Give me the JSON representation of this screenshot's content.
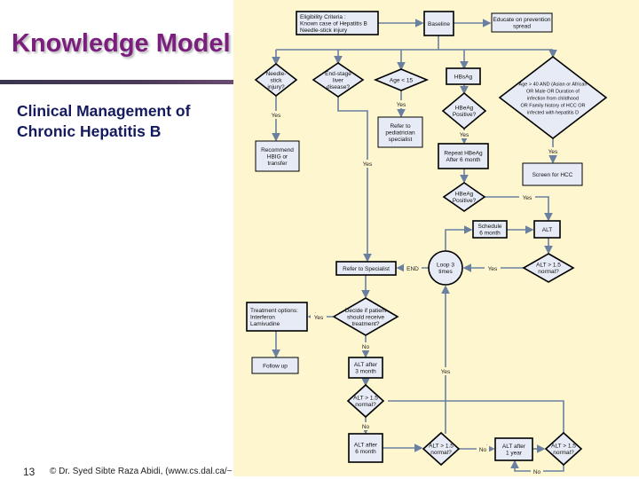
{
  "slide": {
    "title": "Knowledge Model",
    "subtitle_line1": "Clinical Management of",
    "subtitle_line2": "Chronic Hepatitis B",
    "page_number": "13",
    "footer": "© Dr. Syed Sibte Raza Abidi, (www.cs.dal.ca/~"
  },
  "flowchart": {
    "eligibility": [
      "Eligibility Criteria :",
      "Known case of Hepatitis B",
      "Needle-stick injury"
    ],
    "baseline": [
      "Baseline"
    ],
    "educate": [
      "Educate on prevention",
      "spread"
    ],
    "needle": [
      "Needle-",
      "stick",
      "injury?"
    ],
    "endstage": [
      "End-stage",
      "liver",
      "disease?"
    ],
    "age": [
      "Age < 15"
    ],
    "hbsag": [
      "HBsAg"
    ],
    "hbeag1": [
      "HBeAg",
      "Positive?"
    ],
    "risk": [
      "Age > 40 AND (Asian or African",
      "OR Male OR Duration of",
      "infection from childhood",
      "OR Family history of HCC OR",
      "infected with hepatitis D"
    ],
    "hbig": [
      "Recommend",
      "HBIG or",
      "transfer"
    ],
    "pediatric": [
      "Refer to",
      "pediatrician",
      "specialist"
    ],
    "repeat": [
      "Repeat HBeAg",
      "After 6 month"
    ],
    "hcc": [
      "Screen for HCC"
    ],
    "hbeag2": [
      "HBeAg",
      "Positive?"
    ],
    "schedule": [
      "Schedule",
      "6 month"
    ],
    "alt": [
      "ALT"
    ],
    "alt_normal1": [
      "ALT > 1.5",
      "normal?"
    ],
    "loop": [
      "Loop 3",
      "times"
    ],
    "refer": [
      "Refer to Specialist"
    ],
    "decide": [
      "Decide if patient",
      "should receive",
      "treatment?"
    ],
    "treatment": [
      "Treatment options:",
      "Interferon",
      "Lamivudine"
    ],
    "followup": [
      "Follow up"
    ],
    "alt3": [
      "ALT after",
      "3 month"
    ],
    "alt_normal2": [
      "ALT > 1.5",
      "normal?"
    ],
    "alt6": [
      "ALT after",
      "6 month"
    ],
    "alt_normal3": [
      "ALT > 1.5",
      "normal?"
    ],
    "alt1y": [
      "ALT after",
      "1 year"
    ],
    "alt_normal4": [
      "ALT > 1.5",
      "normal?"
    ],
    "labels": {
      "yes": "Yes",
      "no": "No",
      "end": "END"
    }
  }
}
